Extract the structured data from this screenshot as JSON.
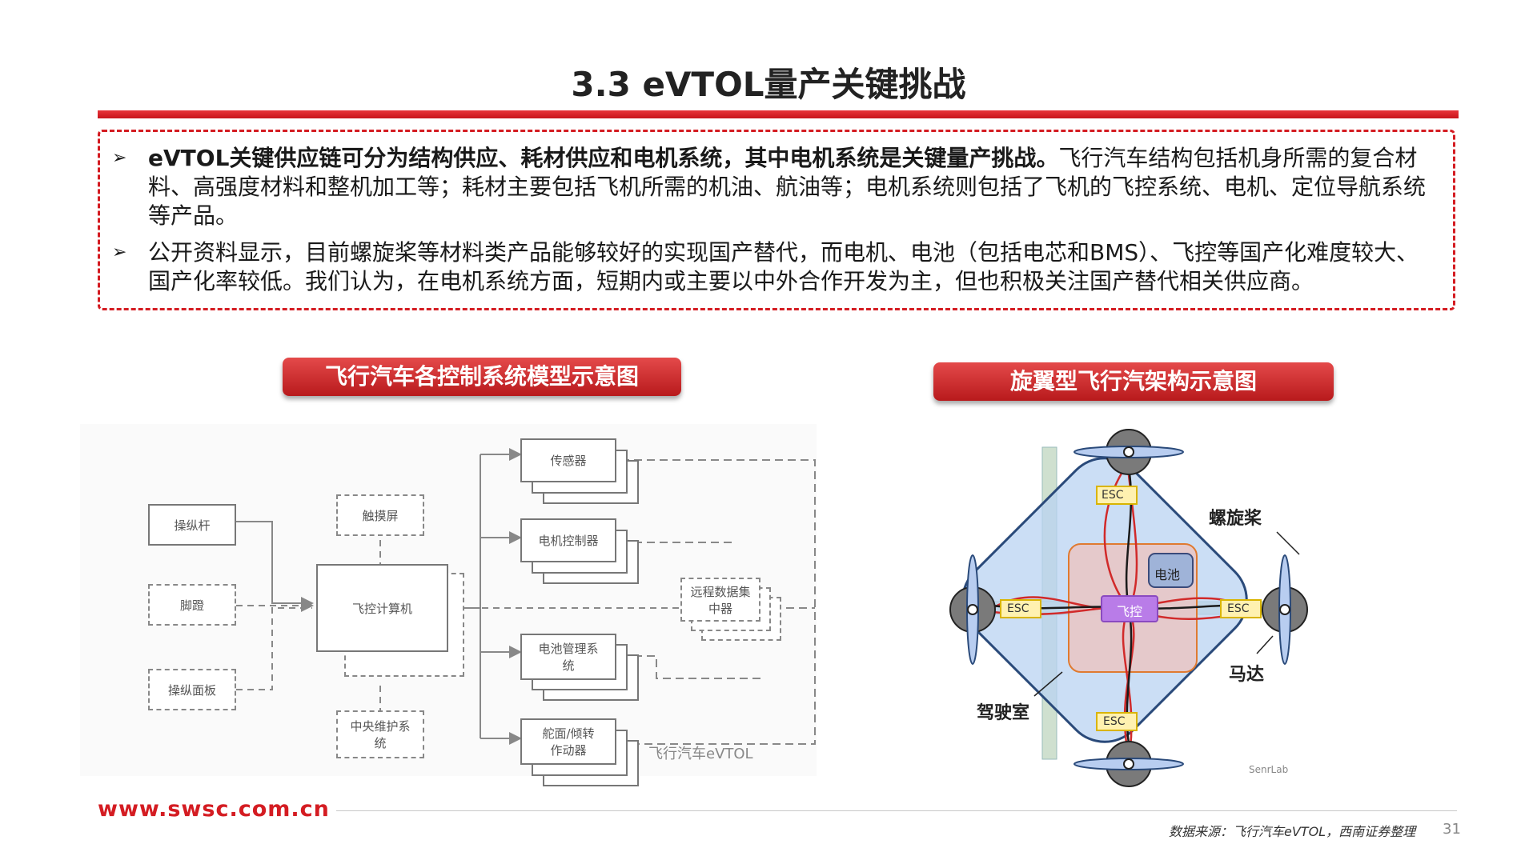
{
  "header": {
    "title": "3.3 eVTOL量产关键挑战"
  },
  "bullets": [
    {
      "arrow": "➢",
      "bold": "eVTOL关键供应链可分为结构供应、耗材供应和电机系统，其中电机系统是关键量产挑战。",
      "text": "飞行汽车结构包括机身所需的复合材料、高强度材料和整机加工等；耗材主要包括飞机所需的机油、航油等；电机系统则包括了飞机的飞控系统、电机、定位导航系统等产品。"
    },
    {
      "arrow": "➢",
      "bold": "",
      "text": "公开资料显示，目前螺旋桨等材料类产品能够较好的实现国产替代，而电机、电池（包括电芯和BMS）、飞控等国产化难度较大、国产化率较低。我们认为，在电机系统方面，短期内或主要以中外合作开发为主，但也积极关注国产替代相关供应商。"
    }
  ],
  "left_figure": {
    "title": "飞行汽车各控制系统模型示意图",
    "inputs": [
      "操纵杆",
      "脚蹬",
      "操纵面板"
    ],
    "top_box": "触摸屏",
    "center": "飞控计算机",
    "bottom_box": "中央维护系统",
    "outputs": [
      "传感器",
      "电机控制器",
      "电池管理系统",
      "舵面/倾转作动器"
    ],
    "concentrator": "远程数据集中器",
    "watermark": "飞行汽车eVTOL"
  },
  "right_figure": {
    "title": "旋翼型飞行汽架构示意图",
    "labels": {
      "propeller": "螺旋桨",
      "motor": "马达",
      "cockpit": "驾驶室",
      "battery": "电池",
      "flight_control": "飞控",
      "esc": "ESC"
    },
    "watermark": "SenrLab"
  },
  "footer": {
    "url": "www.swsc.com.cn",
    "source": "数据来源：飞行汽车eVTOL，西南证券整理",
    "page": "31"
  },
  "colors": {
    "accent": "#d41c22",
    "fc_purple": "#b97ce8",
    "battery_blue": "#9fb3d8",
    "body_blue": "#6fa0df"
  }
}
